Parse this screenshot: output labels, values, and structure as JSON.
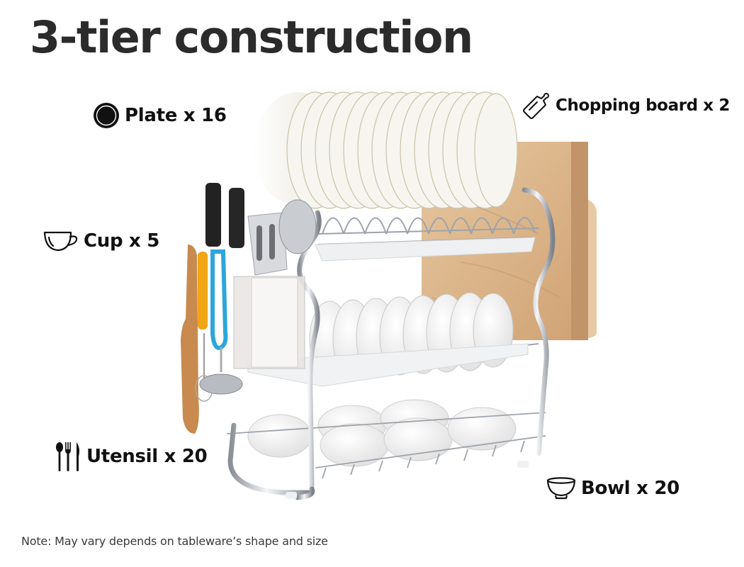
{
  "title": "3-tier construction",
  "capacity": {
    "plate": {
      "label": "Plate x 16",
      "item": "Plate",
      "count": 16,
      "icon": "plate-icon"
    },
    "board": {
      "label": "Chopping board x 2",
      "item": "Chopping board",
      "count": 2,
      "icon": "chopping-board-icon"
    },
    "cup": {
      "label": "Cup x 5",
      "item": "Cup",
      "count": 5,
      "icon": "cup-icon"
    },
    "utensil": {
      "label": "Utensil x 20",
      "item": "Utensil",
      "count": 20,
      "icon": "utensils-icon"
    },
    "bowl": {
      "label": "Bowl x 20",
      "item": "Bowl",
      "count": 20,
      "icon": "bowl-icon"
    }
  },
  "note": "Note: May vary depends on tableware’s shape and size",
  "colors": {
    "text": "#111111",
    "title": "#2b2b2b",
    "chrome": "#b8bcc2",
    "wood": "#d9b48a",
    "wood_dark": "#b98a5c",
    "plate": "#f4f3ee",
    "orange_handle": "#f2a516",
    "blue_handle": "#2ea6d8"
  }
}
